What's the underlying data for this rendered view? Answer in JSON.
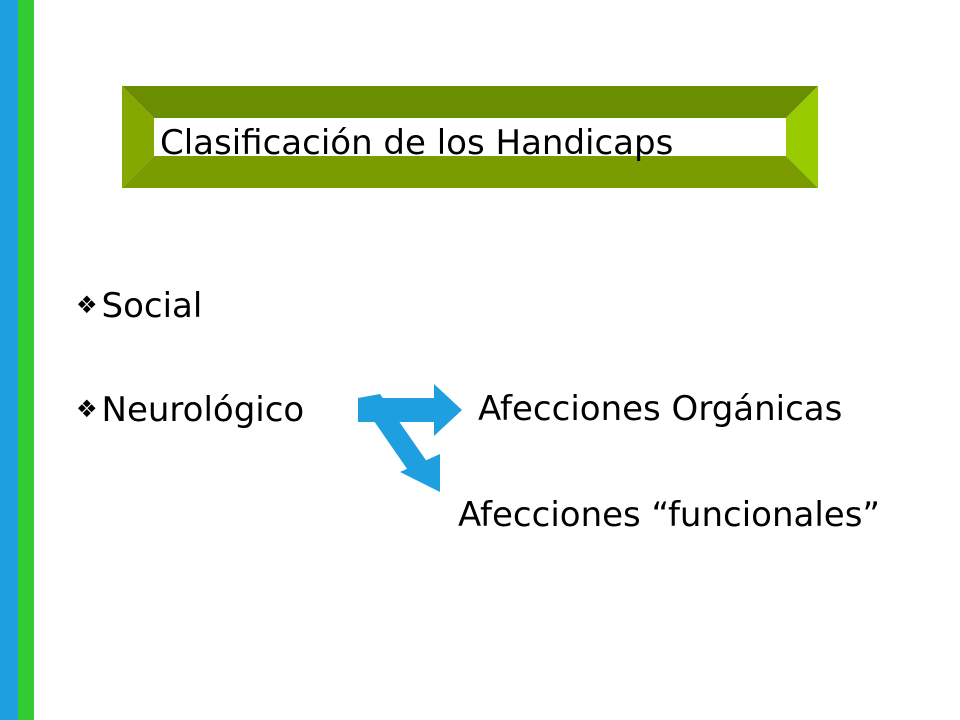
{
  "title": "Clasificación de los Handicaps",
  "bullets": {
    "glyph": "❖",
    "social": "Social",
    "neurologico": "Neurológico"
  },
  "afecciones": {
    "organicas": "Afecciones Orgánicas",
    "funcionales": "Afecciones “funcionales”"
  },
  "colors": {
    "frame_dark": "#6b8e00",
    "frame_light": "#99cc00",
    "stripe_blue": "#1e9fe0",
    "stripe_green": "#33cc33",
    "arrow": "#1e9fe0"
  },
  "icons": {
    "bullet": "diamond-bullet-icon",
    "arrow": "bent-double-arrow-icon"
  }
}
